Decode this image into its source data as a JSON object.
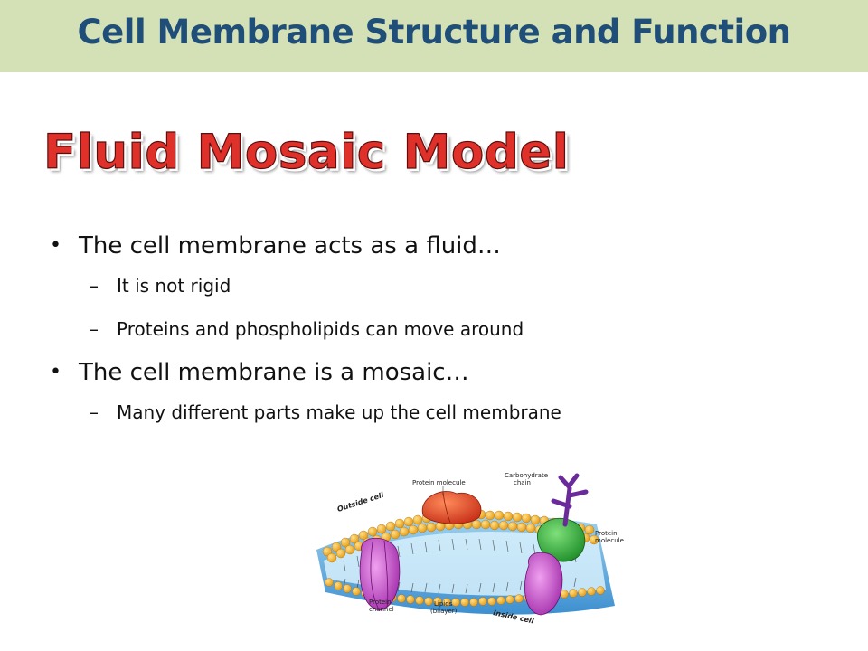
{
  "header": {
    "title": "Cell Membrane Structure and Function"
  },
  "slide": {
    "heading": "Fluid Mosaic Model",
    "bullets": [
      {
        "text": "The cell membrane acts as a fluid…",
        "subs": [
          "It is not rigid",
          "Proteins and phospholipids can move around"
        ]
      },
      {
        "text": "The cell membrane is a mosaic…",
        "subs": [
          "Many different parts make up the cell membrane"
        ]
      }
    ]
  },
  "diagram": {
    "labels": {
      "outside": "Outside cell",
      "inside": "Inside cell",
      "protein_top": "Protein molecule",
      "carb_line1": "Carbohydrate",
      "carb_line2": "chain",
      "protein_right1": "Protein",
      "protein_right2": "molecule",
      "channel1": "Protein",
      "channel2": "channel",
      "lipids1": "Lipids",
      "lipids2": "(bilayer)"
    }
  }
}
